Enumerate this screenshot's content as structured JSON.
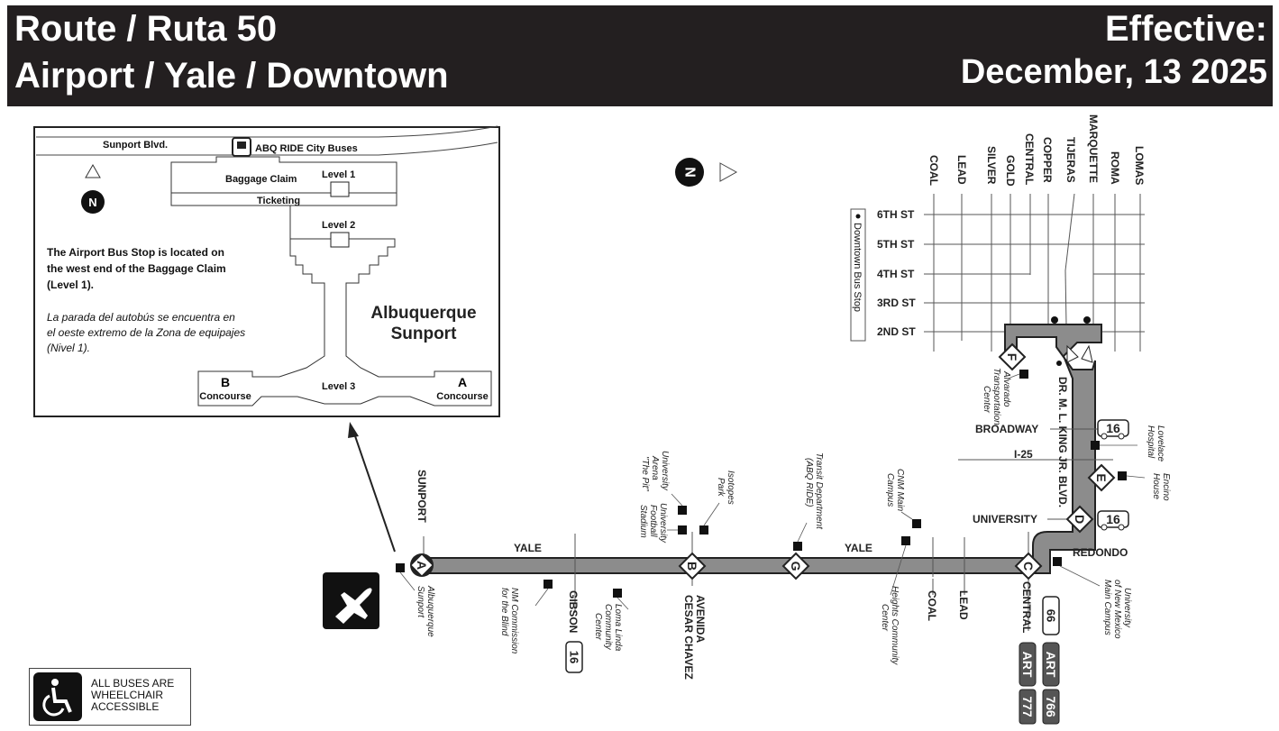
{
  "header": {
    "route_title": "Route / Ruta 50",
    "route_name": "Airport / Yale / Downtown",
    "effective_label": "Effective:",
    "effective_date": "December, 13 2025"
  },
  "colors": {
    "header_bg": "#231f20",
    "route": "#8c8c8c",
    "ink": "#222222"
  },
  "inset": {
    "road": "Sunport Blvd.",
    "city_buses": "ABQ RIDE City Buses",
    "baggage_claim": "Baggage Claim",
    "ticketing": "Ticketing",
    "level1": "Level 1",
    "level2": "Level 2",
    "level3": "Level 3",
    "north": "N",
    "note_en": [
      "The Airport Bus Stop is located on",
      "the west  end of the Baggage Claim",
      "(Level 1)."
    ],
    "note_es": [
      "La parada del autobús se encuentra en",
      "el oeste extremo de la Zona de equipajes",
      "(Nivel 1)."
    ],
    "airport_name": [
      "Albuquerque",
      "Sunport"
    ],
    "concourse_b_letter": "B",
    "concourse_a_letter": "A",
    "concourse": "Concourse"
  },
  "map": {
    "north": "N",
    "downtown_streets_ns": [
      "COAL",
      "LEAD",
      "SILVER",
      "GOLD",
      "CENTRAL",
      "COPPER",
      "TIJERAS",
      "MARQUETTE",
      "ROMA",
      "LOMAS"
    ],
    "downtown_streets_ew": [
      "6TH ST",
      "5TH ST",
      "4TH ST",
      "3RD ST",
      "2ND ST"
    ],
    "downtown_stop_legend": "Downtown Bus Stop",
    "streets": {
      "yale": "YALE",
      "sunport": "SUNPORT",
      "gibson": "GIBSON",
      "avenida": "AVENIDA",
      "cesar_chavez": "CESAR CHAVEZ",
      "coal": "COAL",
      "lead": "LEAD",
      "central": "CENTRAL",
      "university": "UNIVERSITY",
      "redondo": "REDONDO",
      "broadway": "BROADWAY",
      "i25": "I-25",
      "mlk": "DR. M. L. KING JR. BLVD."
    },
    "stops": [
      "A",
      "B",
      "G",
      "C",
      "D",
      "E",
      "F"
    ],
    "landmarks": {
      "sunport": [
        "Albuquerque",
        "Sunport"
      ],
      "blind": [
        "NM Commission",
        "for the Blind"
      ],
      "loma_linda": [
        "Loma Linda",
        "Community",
        "Center"
      ],
      "pit": [
        "University",
        "Arena",
        "\"The Pit\""
      ],
      "stadium": [
        "University",
        "Football",
        "Stadium"
      ],
      "isotopes": [
        "Isotopes",
        "Park"
      ],
      "transit": [
        "Transit Department",
        "(ABQ RIDE)"
      ],
      "cnm": [
        "CNM Main",
        "Campus"
      ],
      "heights": [
        "Heights Community",
        "Center"
      ],
      "unm": [
        "University",
        "of New Mexico",
        "Main Campus"
      ],
      "alvarado": [
        "Alvarado",
        "Transportation",
        "Center"
      ],
      "lovelace": [
        "Lovelace",
        "Hospital"
      ],
      "encino": [
        "Encino",
        "House"
      ]
    },
    "connections": {
      "r16": "16",
      "r66": "66",
      "art": "ART",
      "r777": "777",
      "r766": "766"
    }
  },
  "accessibility": {
    "text": [
      "ALL BUSES ARE",
      "WHEELCHAIR",
      "ACCESSIBLE"
    ]
  }
}
